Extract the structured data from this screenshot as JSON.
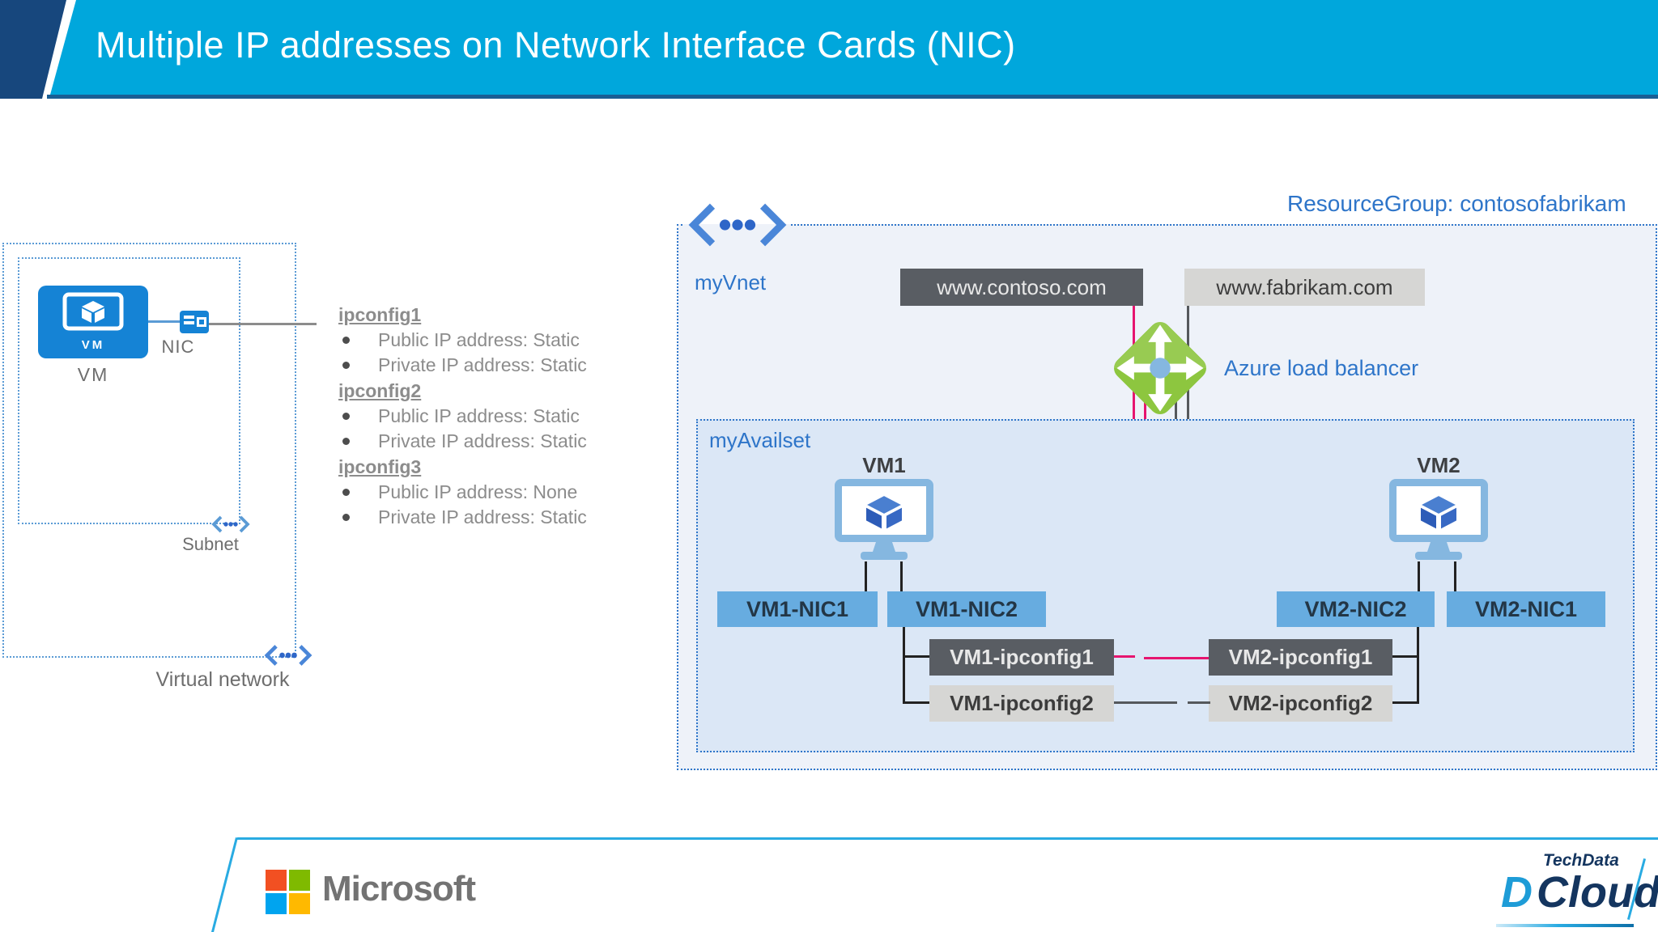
{
  "header": {
    "title": "Multiple IP addresses on Network Interface Cards (NIC)"
  },
  "left": {
    "vm_box_label": "VM",
    "vm_caption": "VM",
    "nic_label": "NIC",
    "subnet_label": "Subnet",
    "virtual_network_label": "Virtual network"
  },
  "ipconfigs": {
    "groups": [
      {
        "heading": "ipconfig1",
        "items": [
          "Public IP address: Static",
          "Private IP address: Static"
        ]
      },
      {
        "heading": "ipconfig2",
        "items": [
          "Public IP address: Static",
          "Private IP address: Static"
        ]
      },
      {
        "heading": "ipconfig3",
        "items": [
          "Public IP address: None",
          "Private IP address: Static"
        ]
      }
    ]
  },
  "resource_group": {
    "label": "ResourceGroup: contosofabrikam",
    "vnet_label": "myVnet",
    "contoso_label": "www.contoso.com",
    "fabrikam_label": "www.fabrikam.com",
    "load_balancer_label": "Azure load balancer",
    "availset_label": "myAvailset",
    "vm1": {
      "label": "VM1",
      "nic1": "VM1-NIC1",
      "nic2": "VM1-NIC2",
      "ipconfig1": "VM1-ipconfig1",
      "ipconfig2": "VM1-ipconfig2"
    },
    "vm2": {
      "label": "VM2",
      "nic2": "VM2-NIC2",
      "nic1": "VM2-NIC1",
      "ipconfig1": "VM2-ipconfig1",
      "ipconfig2": "VM2-ipconfig2"
    }
  },
  "footer": {
    "microsoft_wordmark": "Microsoft",
    "techdata_brand": "TechData",
    "techdata_product": "Cloud"
  },
  "colors": {
    "header_cyan": "#00a7dc",
    "header_navy": "#17477d",
    "header_strip": "#1a5e94",
    "accent_blue": "#2e75c9",
    "light_dotted_blue": "#5b9bd5",
    "vm_blue": "#1583d5",
    "nic_box_blue": "#67ace0",
    "dark_box_gray": "#595d63",
    "light_box_gray": "#d6d6d4",
    "pink_line": "#e6156f",
    "gray_line": "#55585c",
    "lb_green": "#8dc63f",
    "availset_fill": "#dbe7f6",
    "rg_fill": "#eef2f9",
    "ms_red": "#f25022",
    "ms_green": "#7fba00",
    "ms_blue": "#00a4ef",
    "ms_yellow": "#ffb900",
    "techdata_navy": "#14355f",
    "techdata_cyan": "#29abe2"
  }
}
